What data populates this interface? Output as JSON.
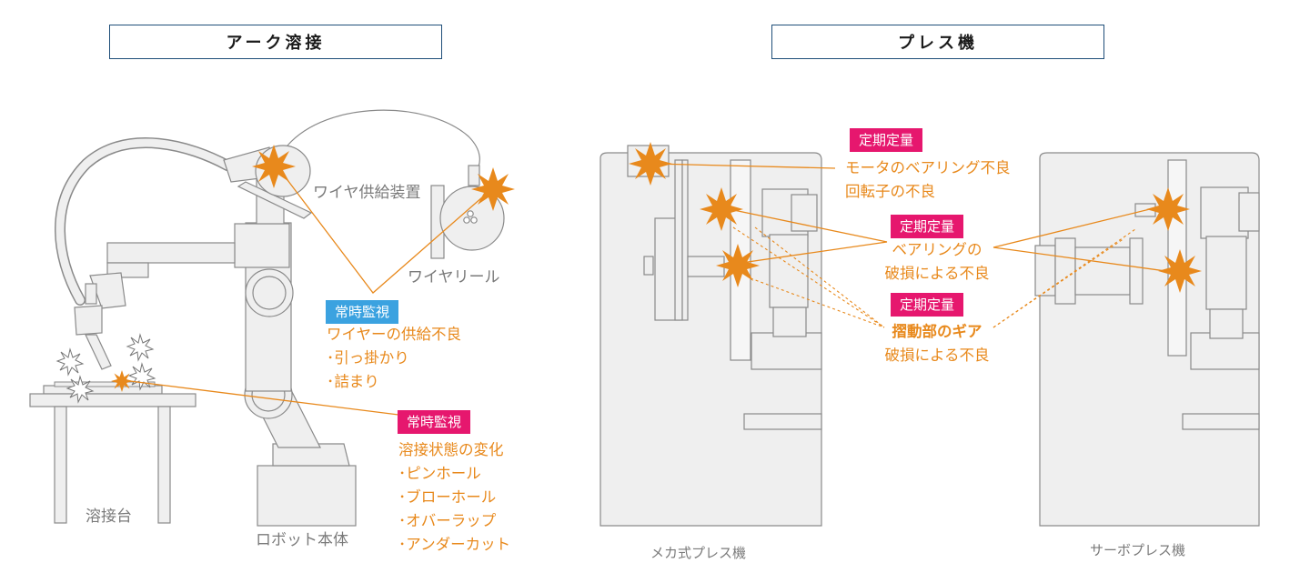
{
  "titles": {
    "arc_welding": "アーク溶接",
    "press_machine": "プレス機"
  },
  "labels": {
    "wire_feeder": "ワイヤ供給装置",
    "wire_reel": "ワイヤリール",
    "welding_table": "溶接台",
    "robot_body": "ロボット本体",
    "mechanical_press": "メカ式プレス機",
    "servo_press": "サーボプレス機"
  },
  "annotations": {
    "wire_feed": {
      "badge": "常時監視",
      "lines": [
        "ワイヤーの供給不良",
        "･引っ掛かり",
        "･詰まり"
      ]
    },
    "weld_state": {
      "badge": "常時監視",
      "lines": [
        "溶接状態の変化",
        "･ピンホール",
        "･ブローホール",
        "･オバーラップ",
        "･アンダーカット"
      ]
    },
    "motor_bearing": {
      "badge": "定期定量",
      "lines": [
        "モータのベアリング不良",
        "回転子の不良"
      ]
    },
    "bearing_damage": {
      "badge": "定期定量",
      "lines": [
        "ベアリングの",
        "破損による不良"
      ]
    },
    "gear_damage": {
      "badge": "定期定量",
      "lines": [
        "摺動部のギア",
        "破損による不良"
      ]
    }
  },
  "colors": {
    "accent_orange": "#e8891c",
    "badge_pink": "#e6176e",
    "badge_blue": "#3ba2e0",
    "title_border": "#1f4e79",
    "machine_fill": "#efefef",
    "machine_stroke": "#8a8a8a"
  }
}
